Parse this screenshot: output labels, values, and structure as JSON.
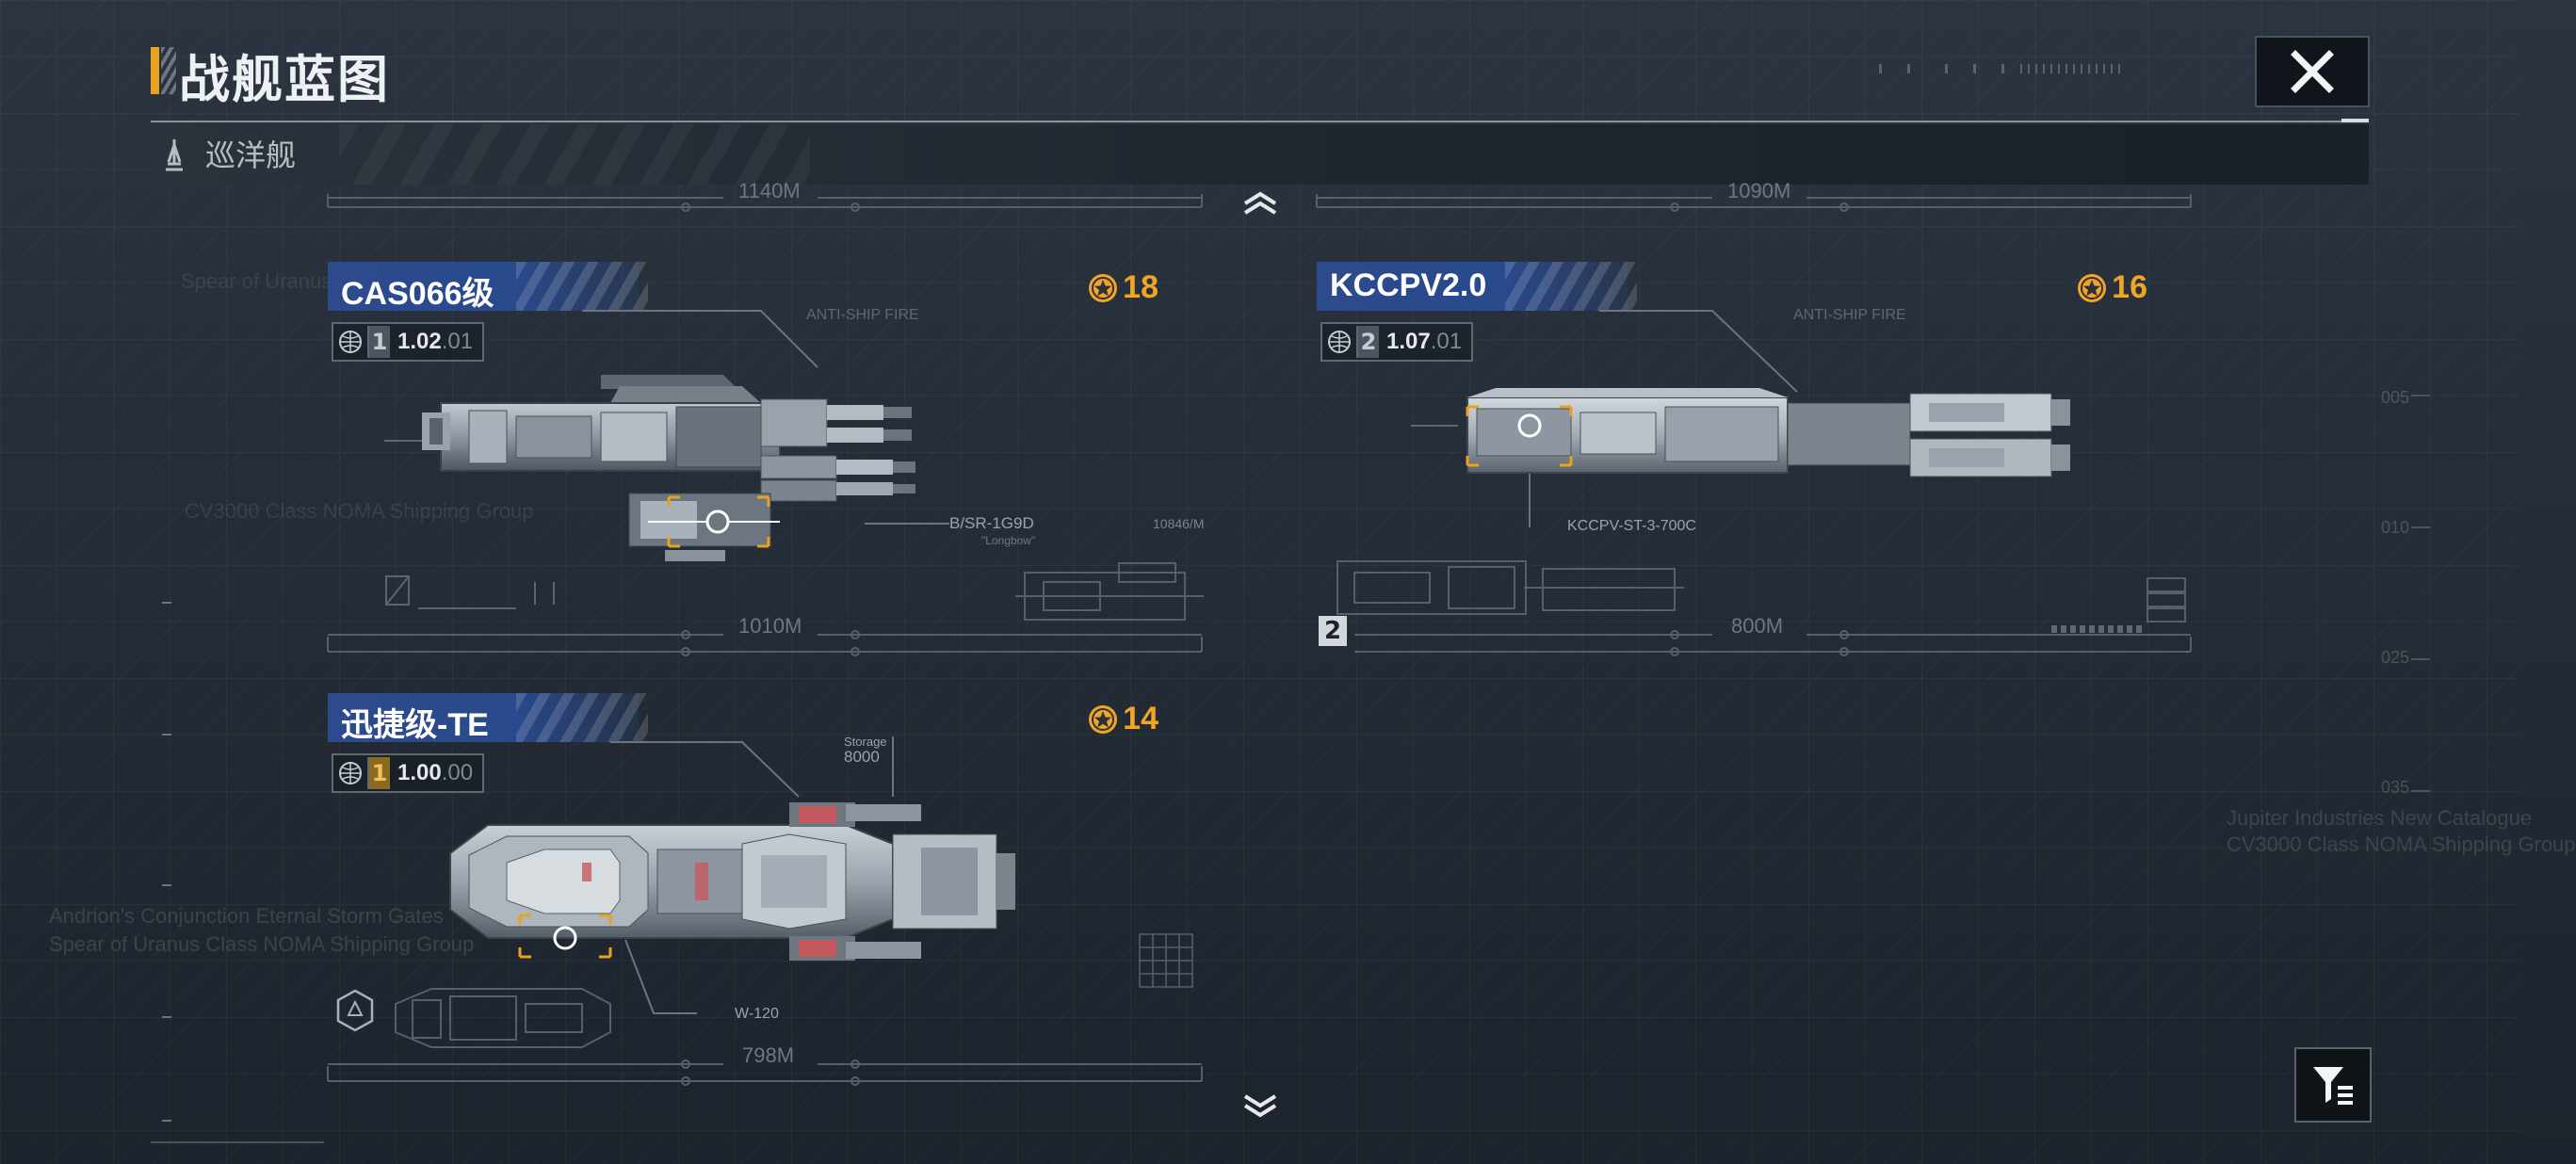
{
  "header": {
    "title": "战舰蓝图",
    "category": "巡洋舰"
  },
  "background_text": {
    "left_1": "Spear of Uranus",
    "left_2": "CV3000 Class NOMA Shipping Group",
    "left_3": "Andrion's Conjunction Eternal Storm Gates",
    "left_4": "Spear of Uranus Class NOMA Shipping Group",
    "right_1": "Jupiter Industries New Catalogue",
    "right_2": "CV3000 Class NOMA Shipping Group",
    "right_nums": [
      "005",
      "010",
      "025",
      "035"
    ]
  },
  "cards": [
    {
      "name": "CAS066级",
      "tier": "1",
      "version_main": "1.02",
      "version_sub": ".01",
      "rank": "18",
      "length_top": "1140M",
      "length_bottom": "1010M",
      "module_label": "B/SR-1G9D",
      "module_sub": "\"Longbow\"",
      "annot_top": "ANTI-SHIP FIRE",
      "annot_right": "10846/M"
    },
    {
      "name": "KCCPV2.0",
      "tier": "2",
      "version_main": "1.07",
      "version_sub": ".01",
      "rank": "16",
      "length_top": "1090M",
      "length_bottom": "800M",
      "module_label": "KCCPV-ST-3-700C",
      "annot_top": "ANTI-SHIP FIRE",
      "deck_number": "2"
    },
    {
      "name": "迅捷级-TE",
      "tier": "1",
      "version_main": "1.00",
      "version_sub": ".00",
      "rank": "14",
      "length_bottom": "798M",
      "module_label": "W-120",
      "annot_top": "Storage",
      "annot_top_value": "8000"
    }
  ],
  "icons": {
    "close": "close-icon",
    "filter": "filter-icon",
    "scroll_up": "chevron-up-icon",
    "scroll_down": "chevron-down-icon",
    "category": "cruiser-icon",
    "rank": "rank-badge-icon",
    "globe": "globe-icon"
  },
  "colors": {
    "accent": "#e8a21e",
    "rank": "#f0a624",
    "card_title": "#2c4a8c"
  }
}
